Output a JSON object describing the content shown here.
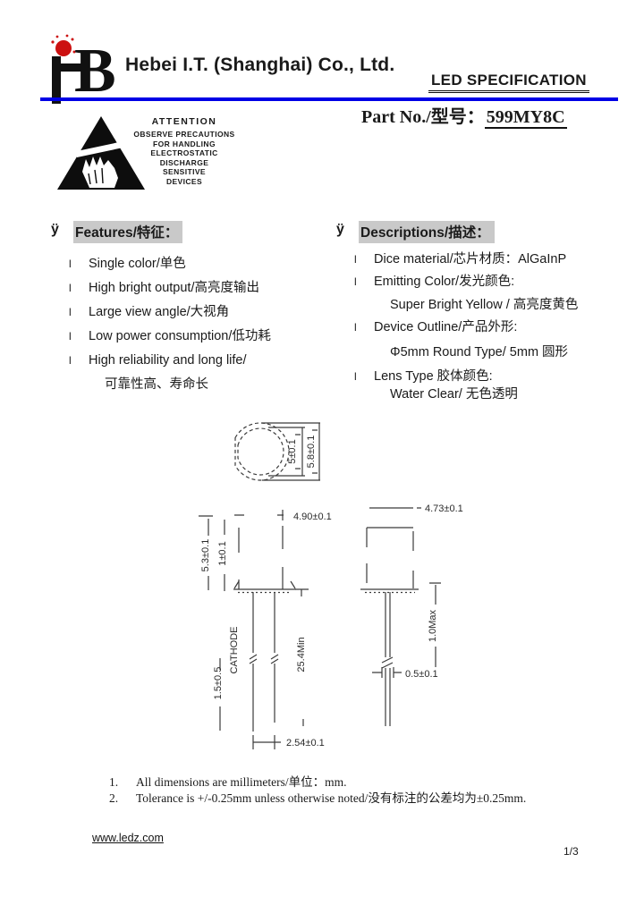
{
  "colors": {
    "rule_blue": "#0000e6",
    "highlight_gray": "#c9c9c9",
    "logo_red": "#cc1111",
    "text": "#1a1a1a"
  },
  "header": {
    "logo_letter": "B",
    "company": "Hebei I.T. (Shanghai) Co., Ltd.",
    "doc_title": "LED SPECIFICATION",
    "part_label": "Part No./型号：",
    "part_number": "599MY8C"
  },
  "attention": {
    "title": "ATTENTION",
    "lines": [
      "OBSERVE PRECAUTIONS",
      "FOR HANDLING",
      "ELECTROSTATIC",
      "DISCHARGE",
      "SENSITIVE",
      "DEVICES"
    ]
  },
  "bullets": {
    "section": "ÿ",
    "item": "l"
  },
  "features": {
    "title": "Features/特征：",
    "items": [
      "Single color/单色",
      "High bright output/高亮度输出",
      "Large view angle/大视角",
      "Low power consumption/低功耗",
      "High reliability and long life/"
    ],
    "continuation": "可靠性高、寿命长"
  },
  "descriptions": {
    "title": "Descriptions/描述：",
    "rows": [
      {
        "text": "Dice material/芯片材质：AlGaInP"
      },
      {
        "text": "Emitting Color/发光颜色:"
      },
      {
        "text": "Super Bright Yellow / 高亮度黄色"
      },
      {
        "text": "Device Outline/产品外形:"
      },
      {
        "text": "Φ5mm Round Type/ 5mm 圆形"
      },
      {
        "text": "Lens Type 胶体颜色:"
      },
      {
        "text": "Water Clear/ 无色透明"
      }
    ]
  },
  "drawing": {
    "top_view": {
      "epoxy_dia": "5±0.1",
      "flange_dia": "5.8±0.1"
    },
    "front_view": {
      "lens_dia": "4.90±0.1",
      "body_height": "5.3±0.1",
      "flange_height": "1±0.1",
      "cathode_label": "CATHODE",
      "lead_length": "25.4Min",
      "standoff": "1.5±0.5",
      "lead_pitch": "2.54±0.1"
    },
    "side_view": {
      "flange_dia": "4.73±0.1",
      "flange_thickness": "1.0Max",
      "lead_width": "0.5±0.1"
    }
  },
  "notes": [
    {
      "num": "1.",
      "text": "All dimensions are millimeters/单位：mm."
    },
    {
      "num": "2.",
      "text": "Tolerance is +/-0.25mm unless otherwise noted/没有标注的公差均为±0.25mm."
    }
  ],
  "footer": {
    "website": "www.ledz.com",
    "page": "1/3"
  }
}
